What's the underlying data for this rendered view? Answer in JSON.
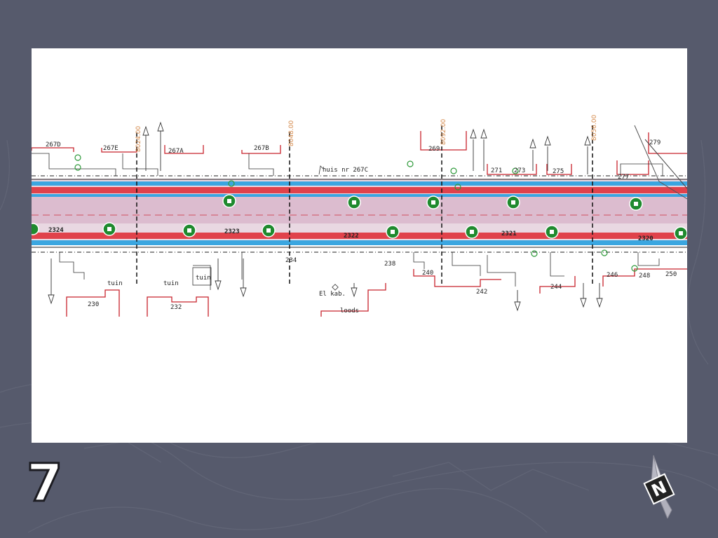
{
  "slide": {
    "number": "7"
  },
  "compass": {
    "letter": "N",
    "icon": "north-arrow-icon"
  },
  "colors": {
    "background": "#565a6c",
    "pipe_red": "#e0424b",
    "pipe_blue": "#3aa6e0",
    "road_pink": "#ddb7cf",
    "chainage": "#d4894a",
    "manhole": "#1f8a2e"
  },
  "map": {
    "house_labels": [
      "267D",
      "267E",
      "267A",
      "267B",
      "269",
      "271",
      "273",
      "275",
      "277",
      "279",
      "230",
      "232",
      "234",
      "238",
      "240",
      "242",
      "244",
      "246",
      "248",
      "250"
    ],
    "chainages": [
      "8024.00",
      "8048.00",
      "8092.00",
      "8056.00"
    ],
    "notes": [
      "huis nr 267C",
      "El kab.",
      "loods"
    ],
    "garden_labels": [
      "tuin",
      "tuin",
      "tuin"
    ],
    "station_labels": [
      "2324",
      "2323",
      "2322",
      "2321",
      "2320"
    ]
  }
}
